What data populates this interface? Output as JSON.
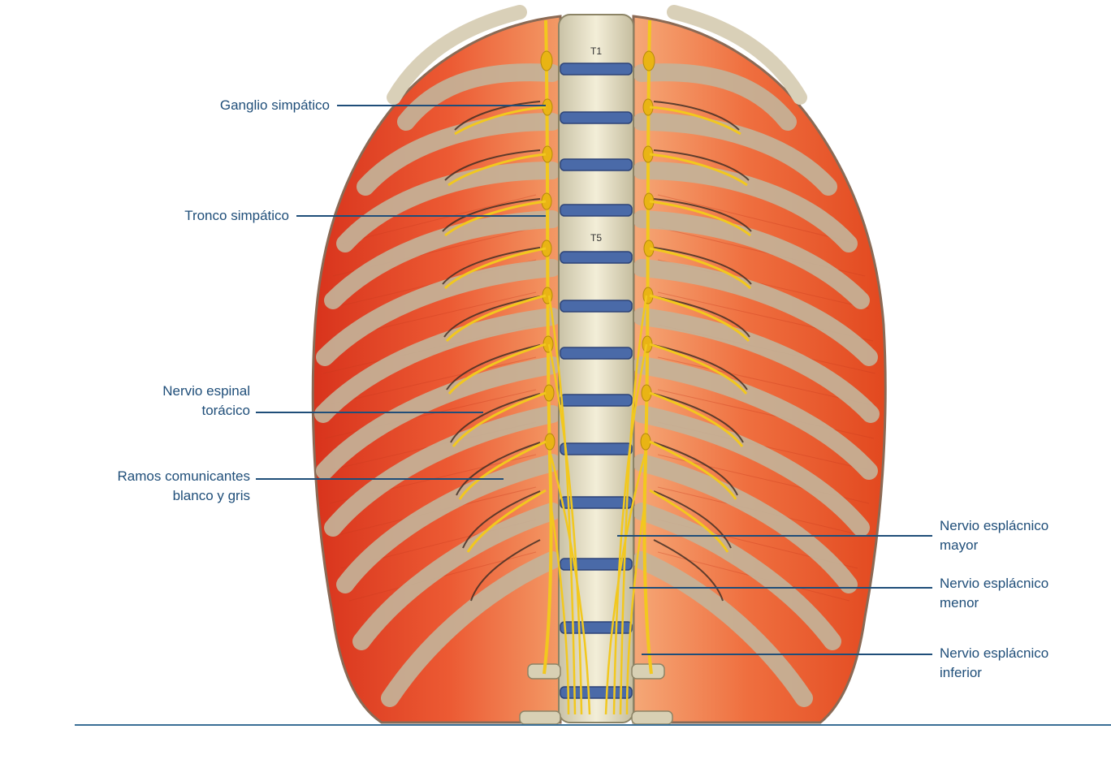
{
  "vertebra_labels": {
    "t1": "T1",
    "t5": "T5"
  },
  "labels": {
    "ganglio": "Ganglio simpático",
    "tronco": "Tronco simpático",
    "nervio_espinal_1": "Nervio espinal",
    "nervio_espinal_2": "torácico",
    "ramos_1": "Ramos comunicantes",
    "ramos_2": "blanco y gris",
    "esplacnico_mayor_1": "Nervio esplácnico",
    "esplacnico_mayor_2": "mayor",
    "esplacnico_menor_1": "Nervio esplácnico",
    "esplacnico_menor_2": "menor",
    "esplacnico_inferior_1": "Nervio esplácnico",
    "esplacnico_inferior_2": "inferior"
  },
  "colors": {
    "muscle": "#e8502c",
    "muscle_light": "#f08a5a",
    "rib": "#c9b8a0",
    "bone": "#e9e2c8",
    "disc": "#4a6aa8",
    "nerve": "#f2c81e",
    "label_text": "#1f4e79"
  }
}
